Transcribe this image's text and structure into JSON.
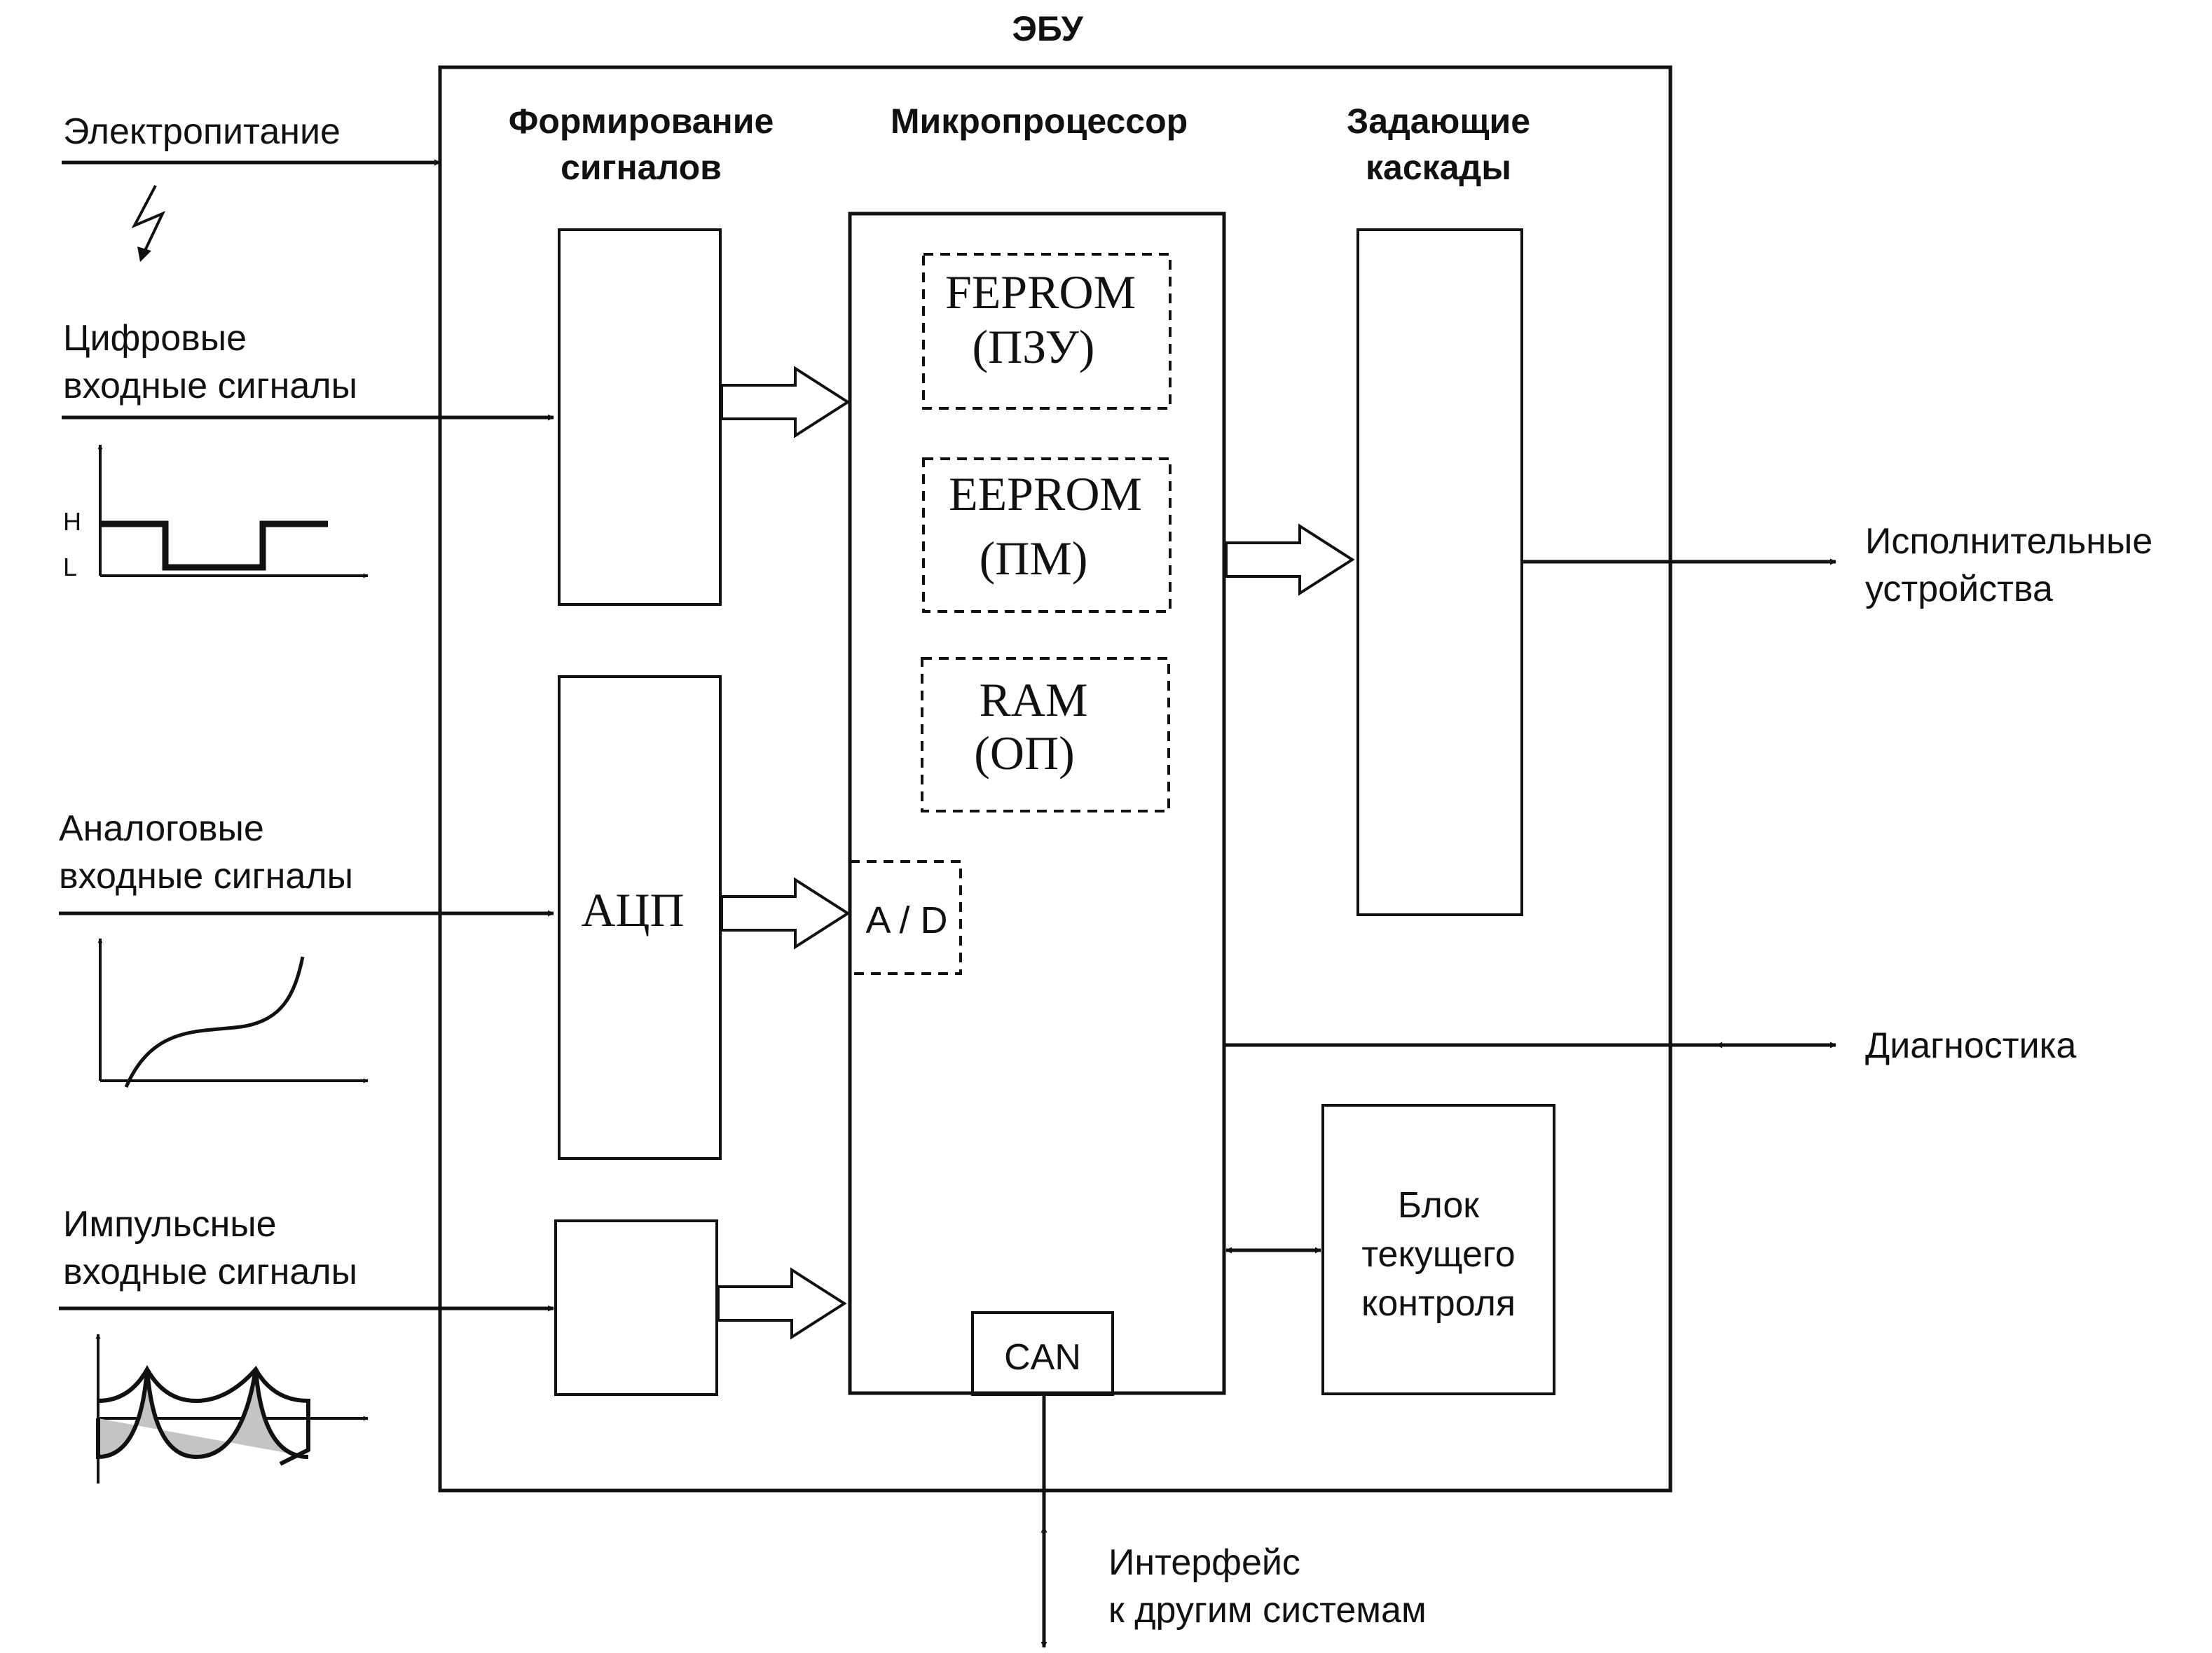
{
  "title": "ЭБУ",
  "columns": {
    "signal_shaping": [
      "Формирование",
      "сигналов"
    ],
    "microprocessor": "Микропроцессор",
    "drivers": [
      "Задающие",
      "каскады"
    ]
  },
  "inputs": {
    "power": "Электропитание",
    "digital": [
      "Цифровые",
      "входные сигналы"
    ],
    "analog": [
      "Аналоговые",
      "входные сигналы"
    ],
    "pulse": [
      "Импульсные",
      "входные сигналы"
    ]
  },
  "digital_levels": {
    "high": "H",
    "low": "L"
  },
  "blocks": {
    "adc": "АЦП",
    "ad": "A / D",
    "feprom": [
      "FEPROM",
      "(ПЗУ)"
    ],
    "eeprom": [
      "EEPROM",
      "(ПМ)"
    ],
    "ram": [
      "RAM",
      "(ОП)"
    ],
    "can": "CAN",
    "monitor": [
      "Блок",
      "текущего",
      "контроля"
    ]
  },
  "outputs": {
    "actuators": [
      "Исполнительные",
      "устройства"
    ],
    "diagnostics": "Диагностика",
    "interface": [
      "Интерфейс",
      "к другим системам"
    ]
  }
}
